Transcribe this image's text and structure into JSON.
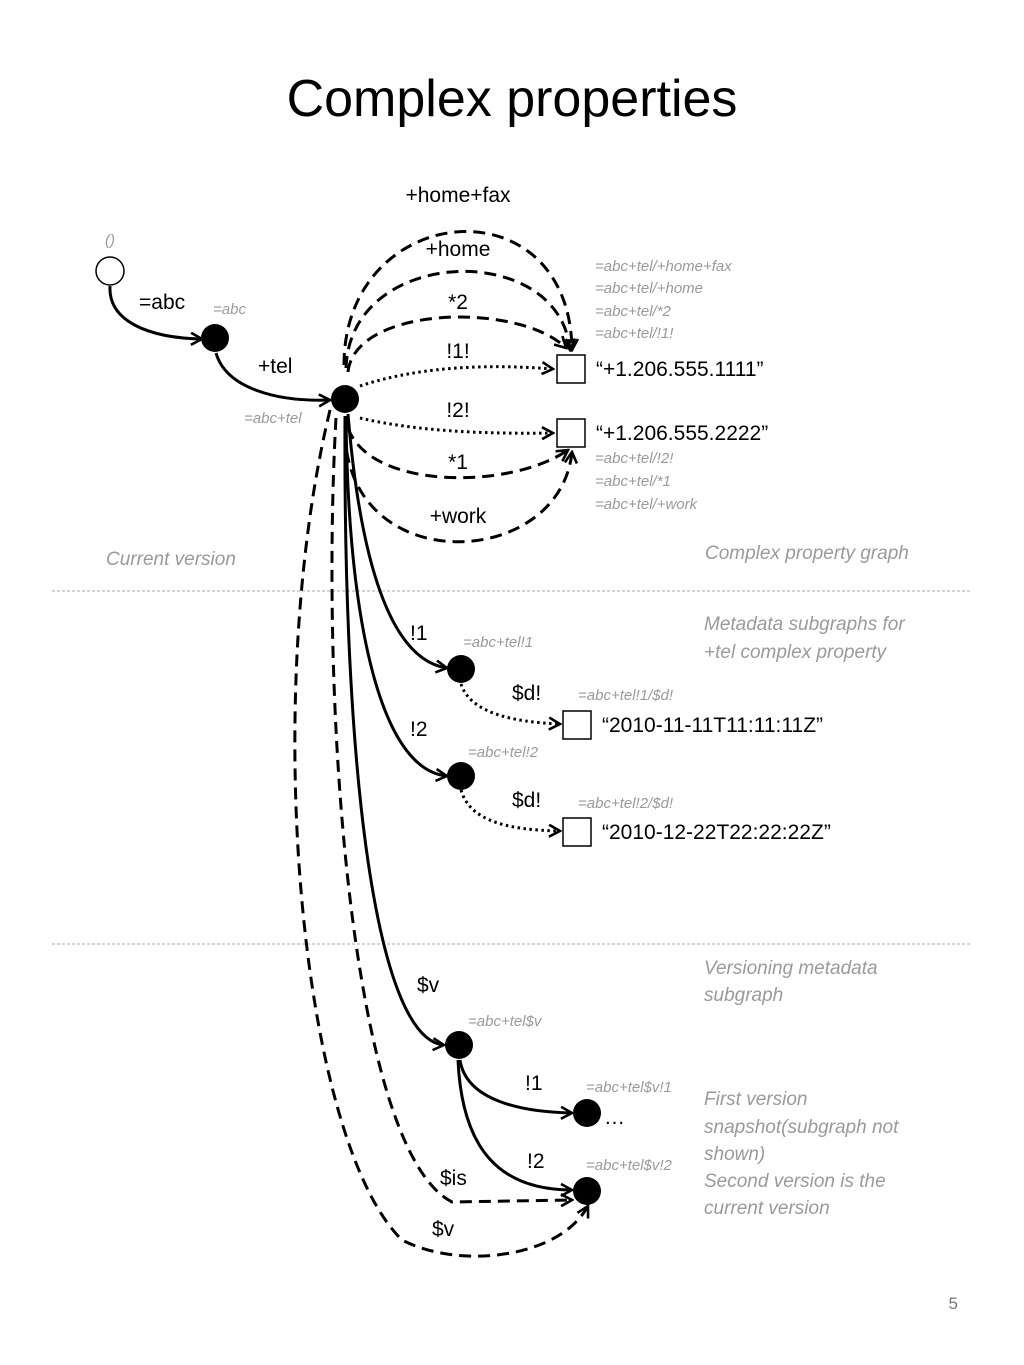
{
  "title": "Complex properties",
  "page_number": "5",
  "edges": {
    "abc": "=abc",
    "tel": "+tel",
    "home_fax": "+home+fax",
    "home": "+home",
    "star2": "*2",
    "one_bang": "!1!",
    "two_bang": "!2!",
    "star1": "*1",
    "work": "+work",
    "meta1": "!1",
    "meta2": "!2",
    "d1": "$d!",
    "d2": "$d!",
    "v": "$v",
    "v1": "!1",
    "v2": "!2",
    "is": "$is",
    "v_back": "$v"
  },
  "addresses": {
    "root": "()",
    "abc": "=abc",
    "abc_tel": "=abc+tel",
    "top_group": [
      "=abc+tel/+home+fax",
      "=abc+tel/+home",
      "=abc+tel/*2",
      "=abc+tel/!1!"
    ],
    "bottom_group": [
      "=abc+tel/!2!",
      "=abc+tel/*1",
      "=abc+tel/+work"
    ],
    "tel1": "=abc+tel!1",
    "tel1_d": "=abc+tel!1/$d!",
    "tel2": "=abc+tel!2",
    "tel2_d": "=abc+tel!2/$d!",
    "telv": "=abc+tel$v",
    "telv1": "=abc+tel$v!1",
    "telv2": "=abc+tel$v!2"
  },
  "values": {
    "phone1": "“+1.206.555.1111”",
    "phone2": "“+1.206.555.2222”",
    "date1": "“2010-11-11T11:11:11Z”",
    "date2": "“2010-12-22T22:22:22Z”",
    "ellipsis": "…"
  },
  "notes": {
    "current_version": "Current version",
    "complex_graph": "Complex property graph",
    "metadata_line1": "Metadata subgraphs for",
    "metadata_line2": "+tel complex property",
    "versioning_line1": "Versioning metadata",
    "versioning_line2": "subgraph",
    "first_line1": "First version",
    "first_line2": "snapshot(subgraph not",
    "first_line3": "shown)",
    "second_line1": "Second version is the",
    "second_line2": "current version"
  }
}
